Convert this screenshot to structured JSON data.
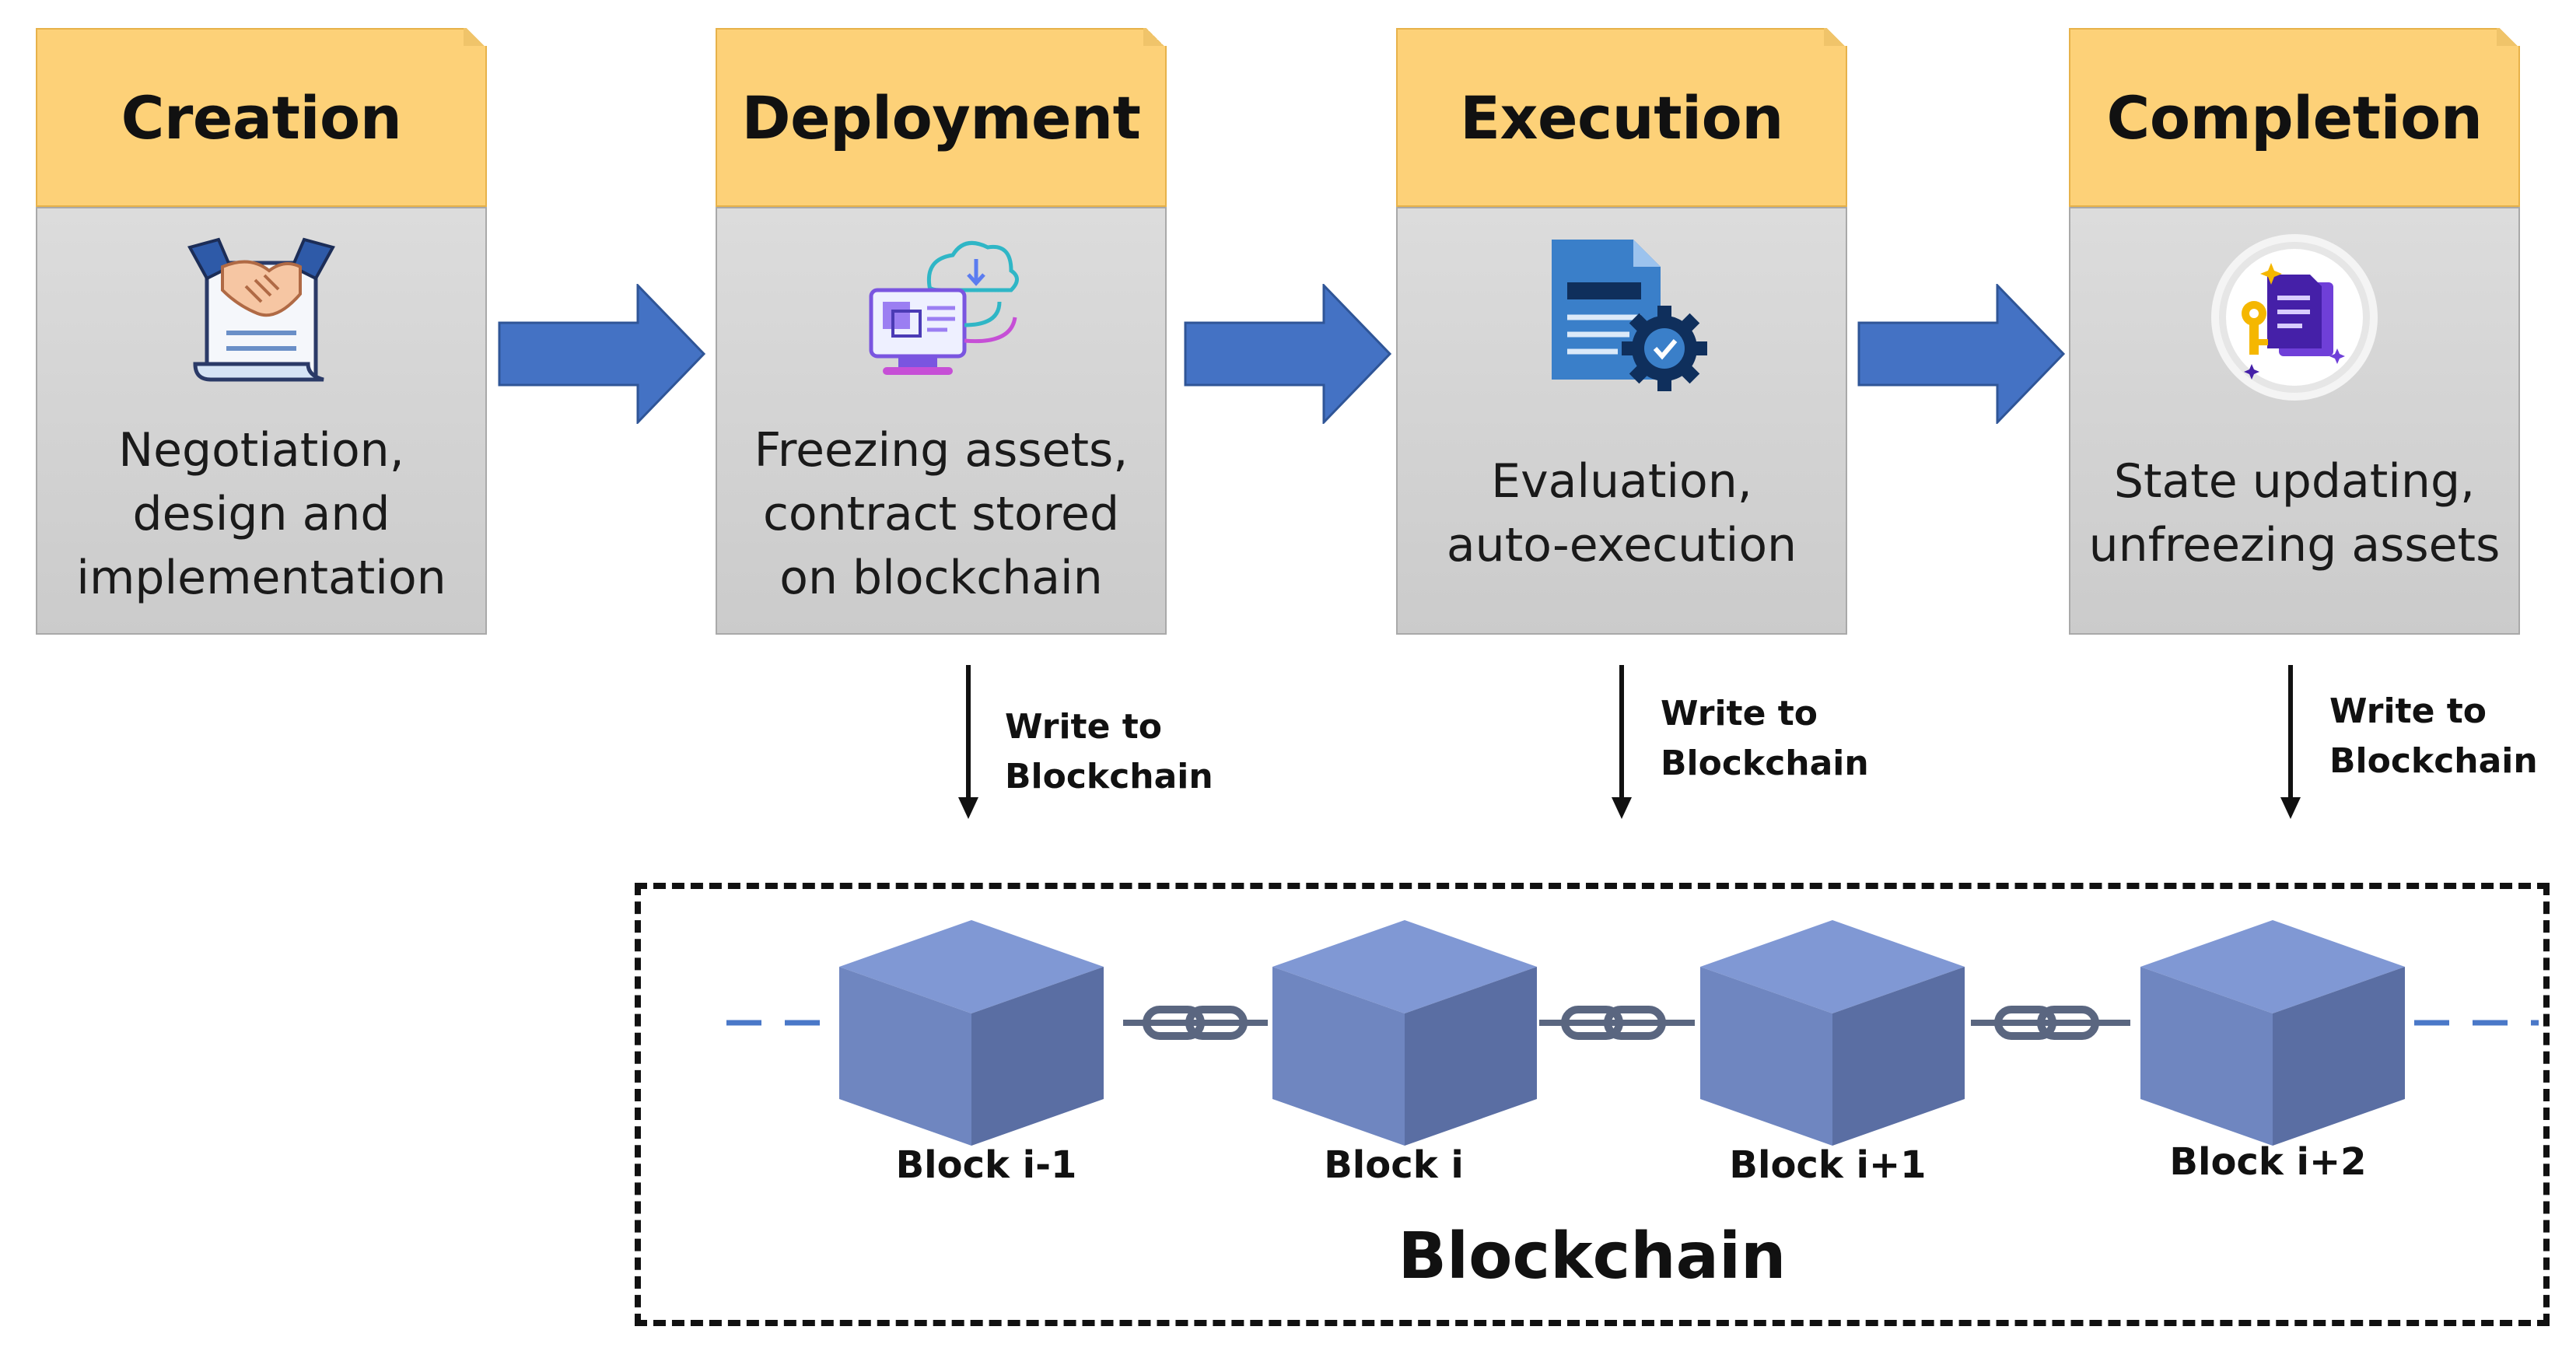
{
  "stages": [
    {
      "title": "Creation",
      "description": "Negotiation,\ndesign and\nimplementation"
    },
    {
      "title": "Deployment",
      "description": "Freezing assets,\ncontract stored\non blockchain"
    },
    {
      "title": "Execution",
      "description": "Evaluation,\nauto-execution"
    },
    {
      "title": "Completion",
      "description": "State updating,\nunfreezing assets"
    }
  ],
  "write_labels": [
    "Write to\nBlockchain",
    "Write to\nBlockchain",
    "Write to\nBlockchain"
  ],
  "blockchain": {
    "title": "Blockchain",
    "blocks": [
      "Block i-1",
      "Block i",
      "Block i+1",
      "Block i+2"
    ]
  },
  "icons": [
    "handshake-contract-icon",
    "cloud-computer-icon",
    "document-gear-icon",
    "key-document-icon"
  ],
  "colors": {
    "header": "#fdd178",
    "body": "#d3d3d3",
    "arrow": "#4472c4",
    "cube": "#6f86c0",
    "chain": "#5a6680"
  }
}
